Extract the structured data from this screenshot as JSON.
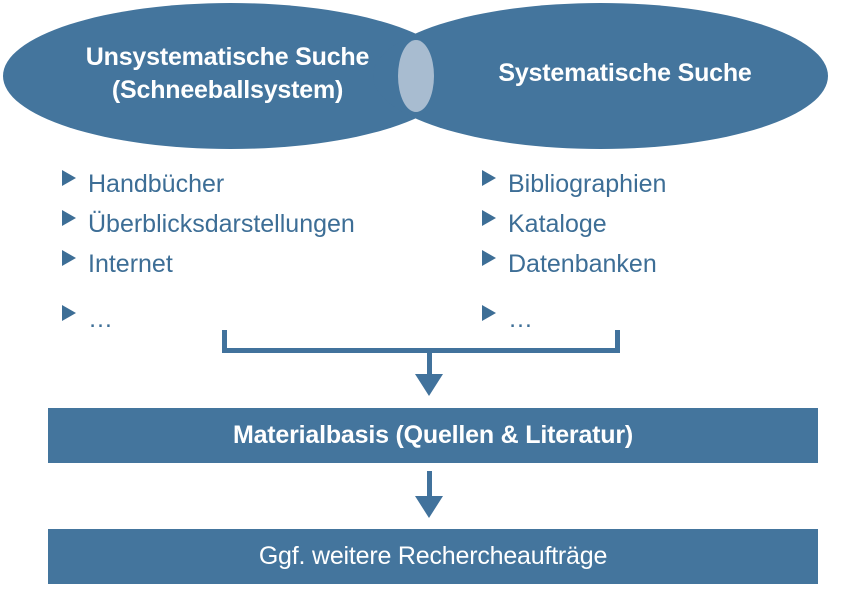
{
  "diagram": {
    "title": "Unsystematische und Systematische Suche",
    "colors": {
      "primary_blue": "#44759d",
      "connector_blue": "#41729c",
      "list_text_blue": "#3d6e96",
      "overlap_lens": "#a8bcd0",
      "bar_text": "#ffffff",
      "background": "#ffffff"
    },
    "venn": {
      "left": {
        "label": "Unsystematische Suche\n(Schneeballsystem)",
        "line1": "Unsystematische Suche",
        "line2": "(Schneeballsystem)"
      },
      "right": {
        "label": "Systematische Suche",
        "line1": "Systematische Suche"
      },
      "overlap_name": "overlap-lens"
    },
    "lists": {
      "left": {
        "bullet_icon": "triangle-right-icon",
        "items": [
          "Handbücher",
          "Überblicksdarstellungen",
          "Internet",
          "…"
        ]
      },
      "right": {
        "bullet_icon": "triangle-right-icon",
        "items": [
          "Bibliographien",
          "Kataloge",
          "Datenbanken",
          "…"
        ]
      }
    },
    "connectors": {
      "bracket_name": "merge-bracket",
      "arrow_top_name": "arrow-down-to-materialbasis",
      "arrow_mid_name": "arrow-down-to-rechercheauftraege"
    },
    "bars": [
      {
        "id": "materialbasis",
        "label": "Materialbasis (Quellen & Literatur)",
        "bold": true
      },
      {
        "id": "rechercheauftraege",
        "label": "Ggf. weitere Rechercheaufträge",
        "bold": false
      }
    ]
  }
}
